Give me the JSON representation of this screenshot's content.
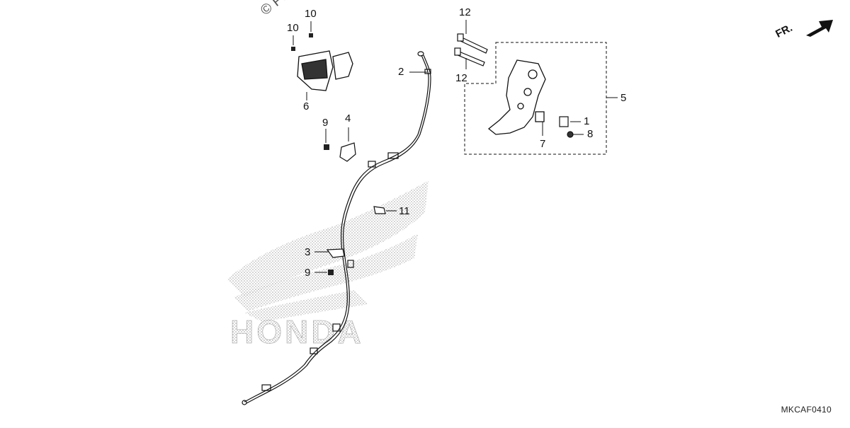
{
  "watermark": "© Partz",
  "direction_label": "FR.",
  "diagram_code": "MKCAF0410",
  "brand_logo_text": "HONDA",
  "callouts": {
    "p1": "1",
    "p2": "2",
    "p3": "3",
    "p4": "4",
    "p5": "5",
    "p6": "6",
    "p7": "7",
    "p8": "8",
    "p9a": "9",
    "p9b": "9",
    "p10a": "10",
    "p10b": "10",
    "p11": "11",
    "p12a": "12",
    "p12b": "12"
  },
  "colors": {
    "line": "#111111",
    "logo": "#9a9a9a",
    "background": "#ffffff"
  }
}
